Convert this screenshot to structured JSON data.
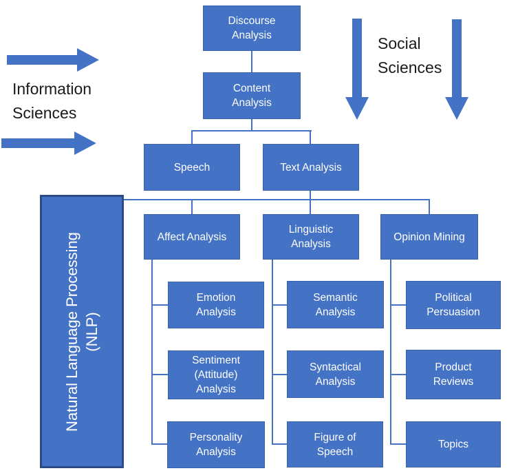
{
  "colors": {
    "accent": "#4472C4",
    "box_fill": "#4472C4",
    "box_border": "#3A62AC",
    "nlp_border": "#2B4A86",
    "box_text": "#FFFFFF",
    "label_text": "#1A1A1A",
    "background": "#FFFFFF"
  },
  "side_labels": {
    "information_sciences": "Information\nSciences",
    "social_sciences": "Social\nSciences"
  },
  "nlp_band": {
    "label": "Natural Language Processing\n(NLP)"
  },
  "nodes": {
    "discourse": {
      "label": "Discourse\nAnalysis"
    },
    "content": {
      "label": "Content\nAnalysis"
    },
    "speech": {
      "label": "Speech"
    },
    "text_analysis": {
      "label": "Text Analysis"
    },
    "affect": {
      "label": "Affect Analysis"
    },
    "linguistic": {
      "label": "Linguistic\nAnalysis"
    },
    "opinion": {
      "label": "Opinion Mining"
    },
    "emotion": {
      "label": "Emotion\nAnalysis"
    },
    "sentiment": {
      "label": "Sentiment\n(Attitude)\nAnalysis"
    },
    "personality": {
      "label": "Personality\nAnalysis"
    },
    "semantic": {
      "label": "Semantic\nAnalysis"
    },
    "syntactical": {
      "label": "Syntactical\nAnalysis"
    },
    "figure_of_speech": {
      "label": "Figure of\nSpeech"
    },
    "political": {
      "label": "Political\nPersuasion"
    },
    "product": {
      "label": "Product\nReviews"
    },
    "topics": {
      "label": "Topics"
    }
  },
  "hierarchy": {
    "Discourse Analysis": [
      "Content Analysis"
    ],
    "Content Analysis": [
      "Speech",
      "Text Analysis"
    ],
    "Text Analysis": [
      "Affect Analysis",
      "Linguistic Analysis",
      "Opinion Mining"
    ],
    "Affect Analysis": [
      "Emotion Analysis",
      "Sentiment (Attitude) Analysis",
      "Personality Analysis"
    ],
    "Linguistic Analysis": [
      "Semantic Analysis",
      "Syntactical Analysis",
      "Figure of Speech"
    ],
    "Opinion Mining": [
      "Political Persuasion",
      "Product Reviews",
      "Topics"
    ],
    "Natural Language Processing (NLP)": [
      "Affect Analysis",
      "Linguistic Analysis",
      "Opinion Mining"
    ]
  }
}
